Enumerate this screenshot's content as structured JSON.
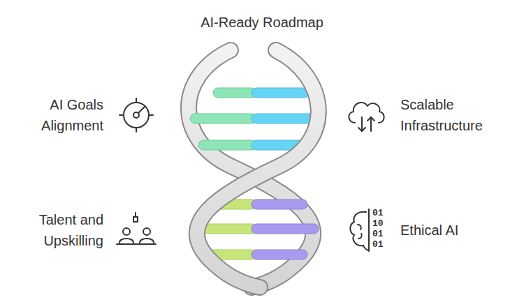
{
  "diagram": {
    "title": "AI-Ready Roadmap",
    "labels": [
      "AI Goals Alignment",
      "Scalable Infrastructure",
      "Talent and Upskilling",
      "Ethical AI",
      "01",
      "10",
      "01",
      "01"
    ]
  }
}
